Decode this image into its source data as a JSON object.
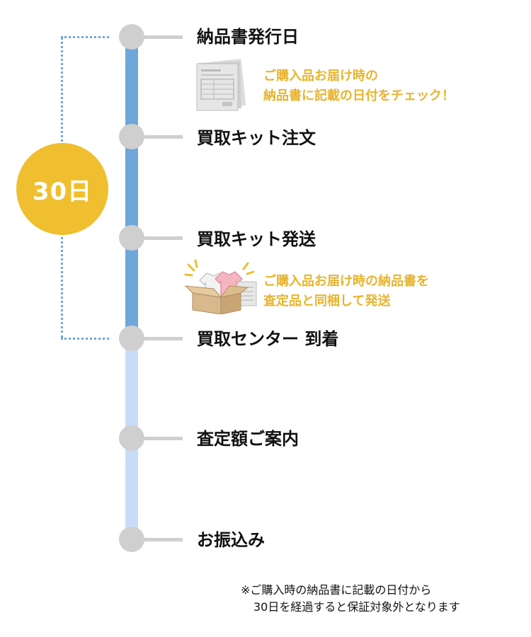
{
  "days_badge": "30日",
  "steps": [
    {
      "label": "納品書発行日"
    },
    {
      "label": "買取キット注文"
    },
    {
      "label": "買取キット発送"
    },
    {
      "label": "買取センター 到着"
    },
    {
      "label": "査定額ご案内"
    },
    {
      "label": "お振込み"
    }
  ],
  "notes": {
    "invoice": {
      "line1": "ご購入品お届け時の",
      "line2": "納品書に記載の日付をチェック！"
    },
    "shipping": {
      "line1": "ご購入品お届け時の納品書を",
      "line2": "査定品と同梱して発送"
    }
  },
  "footnote": {
    "line1": "※ご購入時の納品書に記載の日付から",
    "line2": "30日を経過すると保証対象外となります"
  },
  "colors": {
    "timeline_active": "#6fa7da",
    "timeline_inactive": "#c9dcf7",
    "node": "#cfcfcf",
    "accent": "#f0bf2f",
    "note_text": "#e8b42e"
  },
  "icons": [
    "document-stack-icon",
    "clothes-box-icon"
  ]
}
